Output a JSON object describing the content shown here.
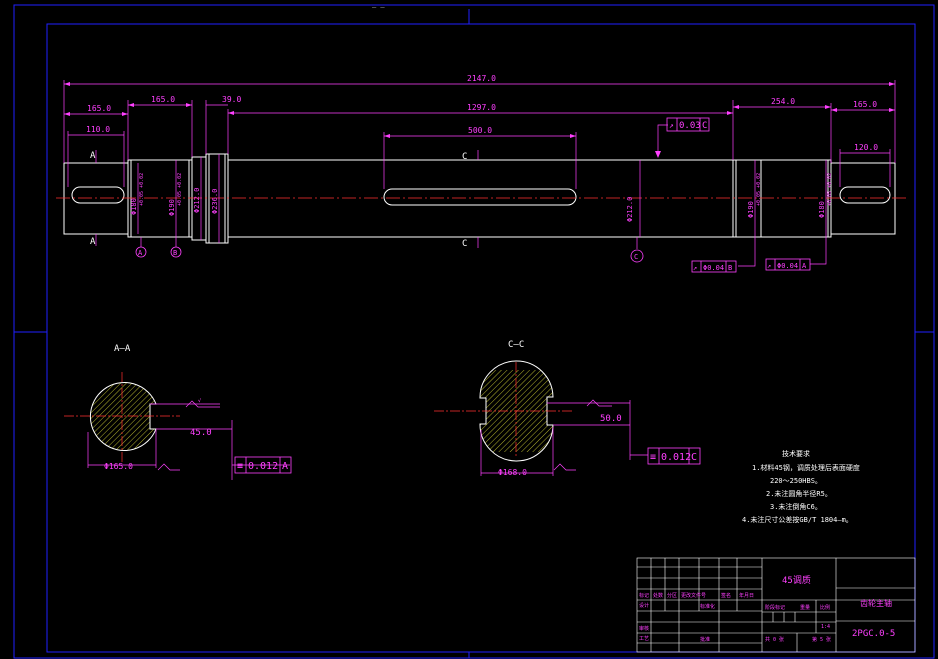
{
  "colors": {
    "background": "#000000",
    "frame": "#2020ff",
    "outline": "#ffffff",
    "dimension": "#ff40ff",
    "centerline": "#ff3030",
    "hatch": "#ffff40",
    "note": "#ffffff"
  },
  "top_label": "_ _",
  "dims": {
    "overall": "2147.0",
    "left_end": "165.0",
    "keyway_left": "110.0",
    "journal_a": "165.0",
    "collar": "39.0",
    "middle": "1297.0",
    "keyway_mid": "500.0",
    "bearing_right": "254.0",
    "right_end": "165.0",
    "keyway_right": "120.0",
    "dia_left_end": "Φ180",
    "dia_journal_a": "Φ190",
    "dia_212": "Φ212.0",
    "dia_236": "Φ236.0",
    "dia_body": "Φ212.0",
    "dia_journal_b": "Φ190",
    "dia_right_end": "Φ180",
    "tol_a": "+0.05 +0.02",
    "tol_b": "+0.05 +0.02"
  },
  "gdt": {
    "runout_top": {
      "value": "0.03",
      "datum": "C"
    },
    "runout_b": {
      "value": "Φ0.04",
      "datum": "B"
    },
    "runout_a": {
      "value": "Φ0.04",
      "datum": "A"
    },
    "sym_aa": {
      "value": "0.012",
      "datum": "A"
    },
    "sym_cc": {
      "value": "0.012",
      "datum": "C"
    }
  },
  "datums": {
    "a": "A",
    "b": "B",
    "c": "C"
  },
  "sections": {
    "aa": {
      "title": "A—A",
      "cut_label": "A",
      "dia": "Φ165.0",
      "depth": "45.0"
    },
    "cc": {
      "title": "C—C",
      "cut_label": "C",
      "dia": "Φ168.0",
      "depth": "50.0"
    }
  },
  "notes": {
    "title": "技术要求",
    "lines": [
      "1.材料45钢，调质处理后表面硬度",
      "220～250HBS。",
      "2.未注圆角半径R5。",
      "3.未注倒角C6。",
      "4.未注尺寸公差按GB/T 1804—m。"
    ]
  },
  "title_block": {
    "material": "45调质",
    "part_name": "齿轮主轴",
    "drawing_no": "2PGC.0-5",
    "head_labels": [
      "标记",
      "处数",
      "分区",
      "更改文件号",
      "签名",
      "年月日"
    ],
    "design_label": "设计",
    "standard_label": "标准化",
    "stage_label": "阶段标记",
    "weight_label": "重量",
    "scale_label": "比例",
    "scale_value": "1:4",
    "check_label": "审核",
    "process_label": "工艺",
    "approve_label": "批准",
    "sheets_total": "共 0 张",
    "sheet_no": "第 5 张"
  }
}
